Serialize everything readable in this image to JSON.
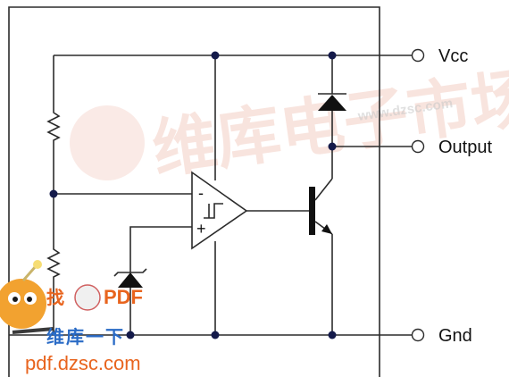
{
  "pins": {
    "vcc": "Vcc",
    "output": "Output",
    "gnd": "Gnd"
  },
  "comparator": {
    "minus": "-",
    "plus": "+"
  },
  "watermark": {
    "chinese": "维库电子市场网",
    "url": "www.dzsc.com",
    "logo_find": "找",
    "logo_pdf": "PDF",
    "logo_line2": "维库一下",
    "logo_url": "pdf.dzsc.com"
  },
  "colors": {
    "wire": "#2b2b2b",
    "node": "#141a4a",
    "watermark": "#e8a08c",
    "logo_orange": "#e8641e"
  }
}
